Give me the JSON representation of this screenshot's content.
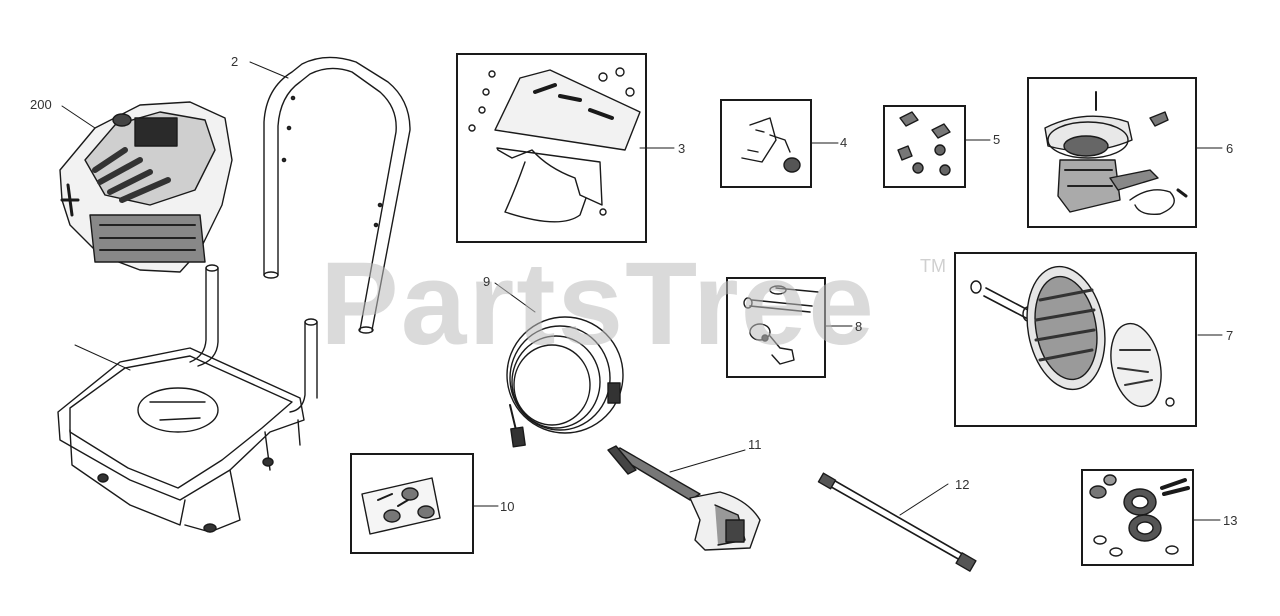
{
  "watermark": {
    "brand": "PartsTree",
    "trademark": "TM"
  },
  "callouts": {
    "engine": "200",
    "handle": "2",
    "panel": "3",
    "kit4": "4",
    "kit5": "5",
    "pump": "6",
    "wheel": "7",
    "kit8": "8",
    "hose": "9",
    "kit10": "10",
    "gun": "11",
    "wand": "12",
    "kit13": "13"
  }
}
